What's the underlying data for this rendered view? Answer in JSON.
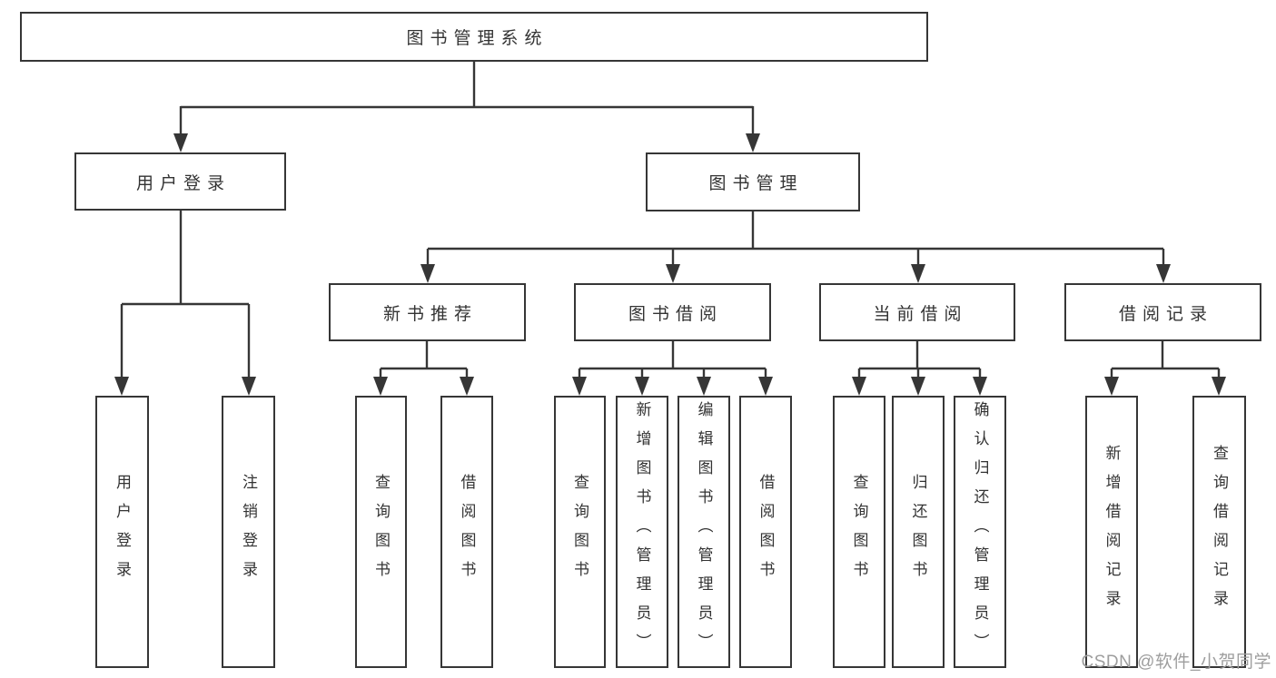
{
  "diagram": {
    "root": {
      "label": "图书管理系统"
    },
    "level2": {
      "user_login": {
        "label": "用户登录"
      },
      "book_mgmt": {
        "label": "图书管理"
      }
    },
    "user_login_children": [
      {
        "label": "用户登录"
      },
      {
        "label": "注销登录"
      }
    ],
    "groups": [
      {
        "label": "新书推荐",
        "children": [
          "查询图书",
          "借阅图书"
        ]
      },
      {
        "label": "图书借阅",
        "children": [
          "查询图书",
          "新增图书（管理员）",
          "编辑图书（管理员）",
          "借阅图书"
        ]
      },
      {
        "label": "当前借阅",
        "children": [
          "查询图书",
          "归还图书",
          "确认归还（管理员）"
        ]
      },
      {
        "label": "借阅记录",
        "children": [
          "新增借阅记录",
          "查询借阅记录"
        ]
      }
    ],
    "watermark": "CSDN @软件_小贺同学",
    "colors": {
      "line": "#363636",
      "text": "#333333",
      "watermark": "#9e9e9e",
      "background": "#ffffff"
    }
  }
}
